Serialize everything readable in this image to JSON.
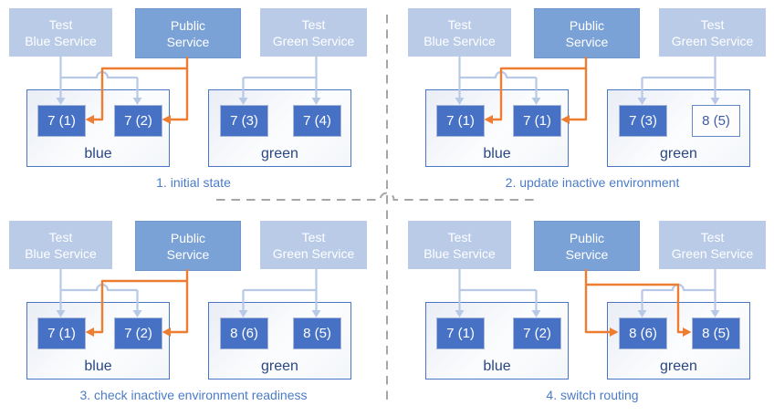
{
  "colors": {
    "service_light": "#b9cbe7",
    "service_public": "#7ba2d6",
    "pod_fill": "#4671c5",
    "pod_text": "#ffffff",
    "outlined_pod_border": "#6487c5",
    "outlined_pod_text": "#3f5da4",
    "env_border": "#4a76c5",
    "env_label_text": "#2a4784",
    "caption_text": "#4b7bc8",
    "wire_light_blue": "#b7c9e6",
    "wire_orange": "#ed7d31",
    "divider_gray": "#a6a6a6"
  },
  "quadrants": [
    {
      "caption": "1. initial state",
      "routing_target": "blue",
      "services": [
        {
          "line1": "Test",
          "line2": "Blue Service"
        },
        {
          "line1": "Public",
          "line2": "Service"
        },
        {
          "line1": "Test",
          "line2": "Green Service"
        }
      ],
      "environments": [
        {
          "label": "blue",
          "pods": [
            {
              "label": "7 (1)",
              "variant": "filled"
            },
            {
              "label": "7 (2)",
              "variant": "filled"
            }
          ]
        },
        {
          "label": "green",
          "pods": [
            {
              "label": "7 (3)",
              "variant": "filled"
            },
            {
              "label": "7 (4)",
              "variant": "filled"
            }
          ]
        }
      ]
    },
    {
      "caption": "2. update inactive environment",
      "routing_target": "blue",
      "services": [
        {
          "line1": "Test",
          "line2": "Blue Service"
        },
        {
          "line1": "Public",
          "line2": "Service"
        },
        {
          "line1": "Test",
          "line2": "Green Service"
        }
      ],
      "environments": [
        {
          "label": "blue",
          "pods": [
            {
              "label": "7 (1)",
              "variant": "filled"
            },
            {
              "label": "7 (1)",
              "variant": "filled"
            }
          ]
        },
        {
          "label": "green",
          "pods": [
            {
              "label": "7 (3)",
              "variant": "filled"
            },
            {
              "label": "8 (5)",
              "variant": "outlined"
            }
          ]
        }
      ]
    },
    {
      "caption": "3. check inactive environment readiness",
      "routing_target": "blue",
      "services": [
        {
          "line1": "Test",
          "line2": "Blue Service"
        },
        {
          "line1": "Public",
          "line2": "Service"
        },
        {
          "line1": "Test",
          "line2": "Green Service"
        }
      ],
      "environments": [
        {
          "label": "blue",
          "pods": [
            {
              "label": "7 (1)",
              "variant": "filled"
            },
            {
              "label": "7 (2)",
              "variant": "filled"
            }
          ]
        },
        {
          "label": "green",
          "pods": [
            {
              "label": "8 (6)",
              "variant": "filled"
            },
            {
              "label": "8 (5)",
              "variant": "filled"
            }
          ]
        }
      ]
    },
    {
      "caption": "4. switch routing",
      "routing_target": "green",
      "services": [
        {
          "line1": "Test",
          "line2": "Blue Service"
        },
        {
          "line1": "Public",
          "line2": "Service"
        },
        {
          "line1": "Test",
          "line2": "Green Service"
        }
      ],
      "environments": [
        {
          "label": "blue",
          "pods": [
            {
              "label": "7 (1)",
              "variant": "filled"
            },
            {
              "label": "7 (2)",
              "variant": "filled"
            }
          ]
        },
        {
          "label": "green",
          "pods": [
            {
              "label": "8 (6)",
              "variant": "filled"
            },
            {
              "label": "8 (5)",
              "variant": "filled"
            }
          ]
        }
      ]
    }
  ]
}
